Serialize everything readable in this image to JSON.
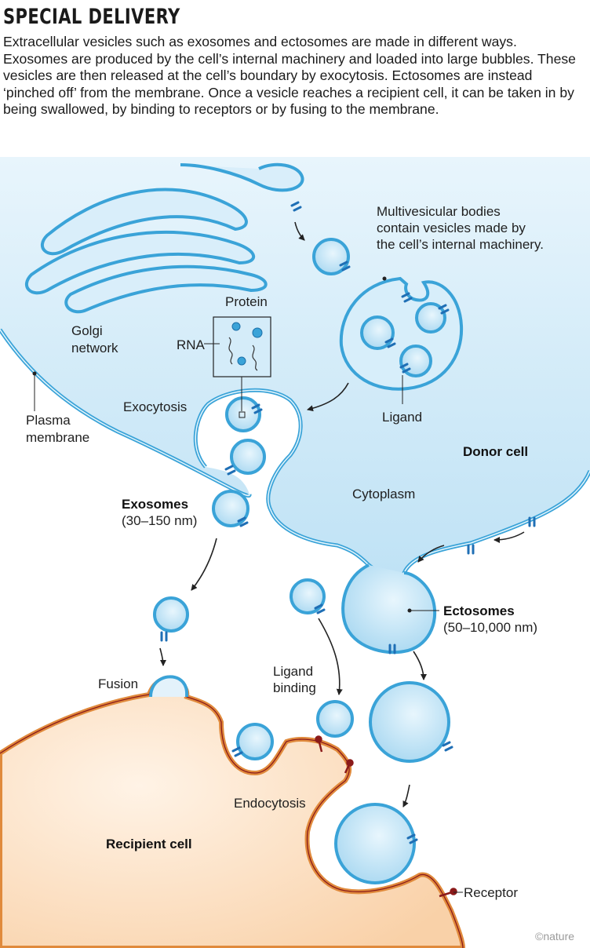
{
  "header": {
    "title": "SPECIAL DELIVERY",
    "intro": "Extracellular vesicles such as exosomes and ectosomes are made in different ways. Exosomes are produced by the cell’s internal machinery and loaded into large bubbles. These vesicles are then released at the cell’s boundary by exocytosis. Ectosomes are instead ‘pinched off’ from the membrane. Once a vesicle reaches a recipient cell, it can be taken in by being swallowed, by binding to receptors or by fusing to the membrane."
  },
  "labels": {
    "multivesicular_1": "Multivesicular bodies",
    "multivesicular_2": "contain vesicles made by",
    "multivesicular_3": "the cell’s internal machinery.",
    "protein": "Protein",
    "rna": "RNA",
    "golgi_1": "Golgi",
    "golgi_2": "network",
    "exocytosis": "Exocytosis",
    "ligand": "Ligand",
    "plasma_1": "Plasma",
    "plasma_2": "membrane",
    "donor_cell": "Donor cell",
    "cytoplasm": "Cytoplasm",
    "exosomes": "Exosomes",
    "exosomes_size": "(30–150 nm)",
    "ectosomes": "Ectosomes",
    "ectosomes_size": "(50–10,000 nm)",
    "ligand_binding_1": "Ligand",
    "ligand_binding_2": "binding",
    "fusion": "Fusion",
    "endocytosis": "Endocytosis",
    "recipient_cell": "Recipient cell",
    "receptor": "Receptor",
    "credit": "©nature"
  },
  "colors": {
    "donor_fill": "#c9e7f6",
    "membrane_blue": "#3aa3d8",
    "vesicle_fill": "#bfe3f6",
    "recipient_fill": "#fde3c8",
    "membrane_orange": "#e08a3c",
    "receptor": "#8b1a1a",
    "ligand": "#1f6fb5"
  }
}
